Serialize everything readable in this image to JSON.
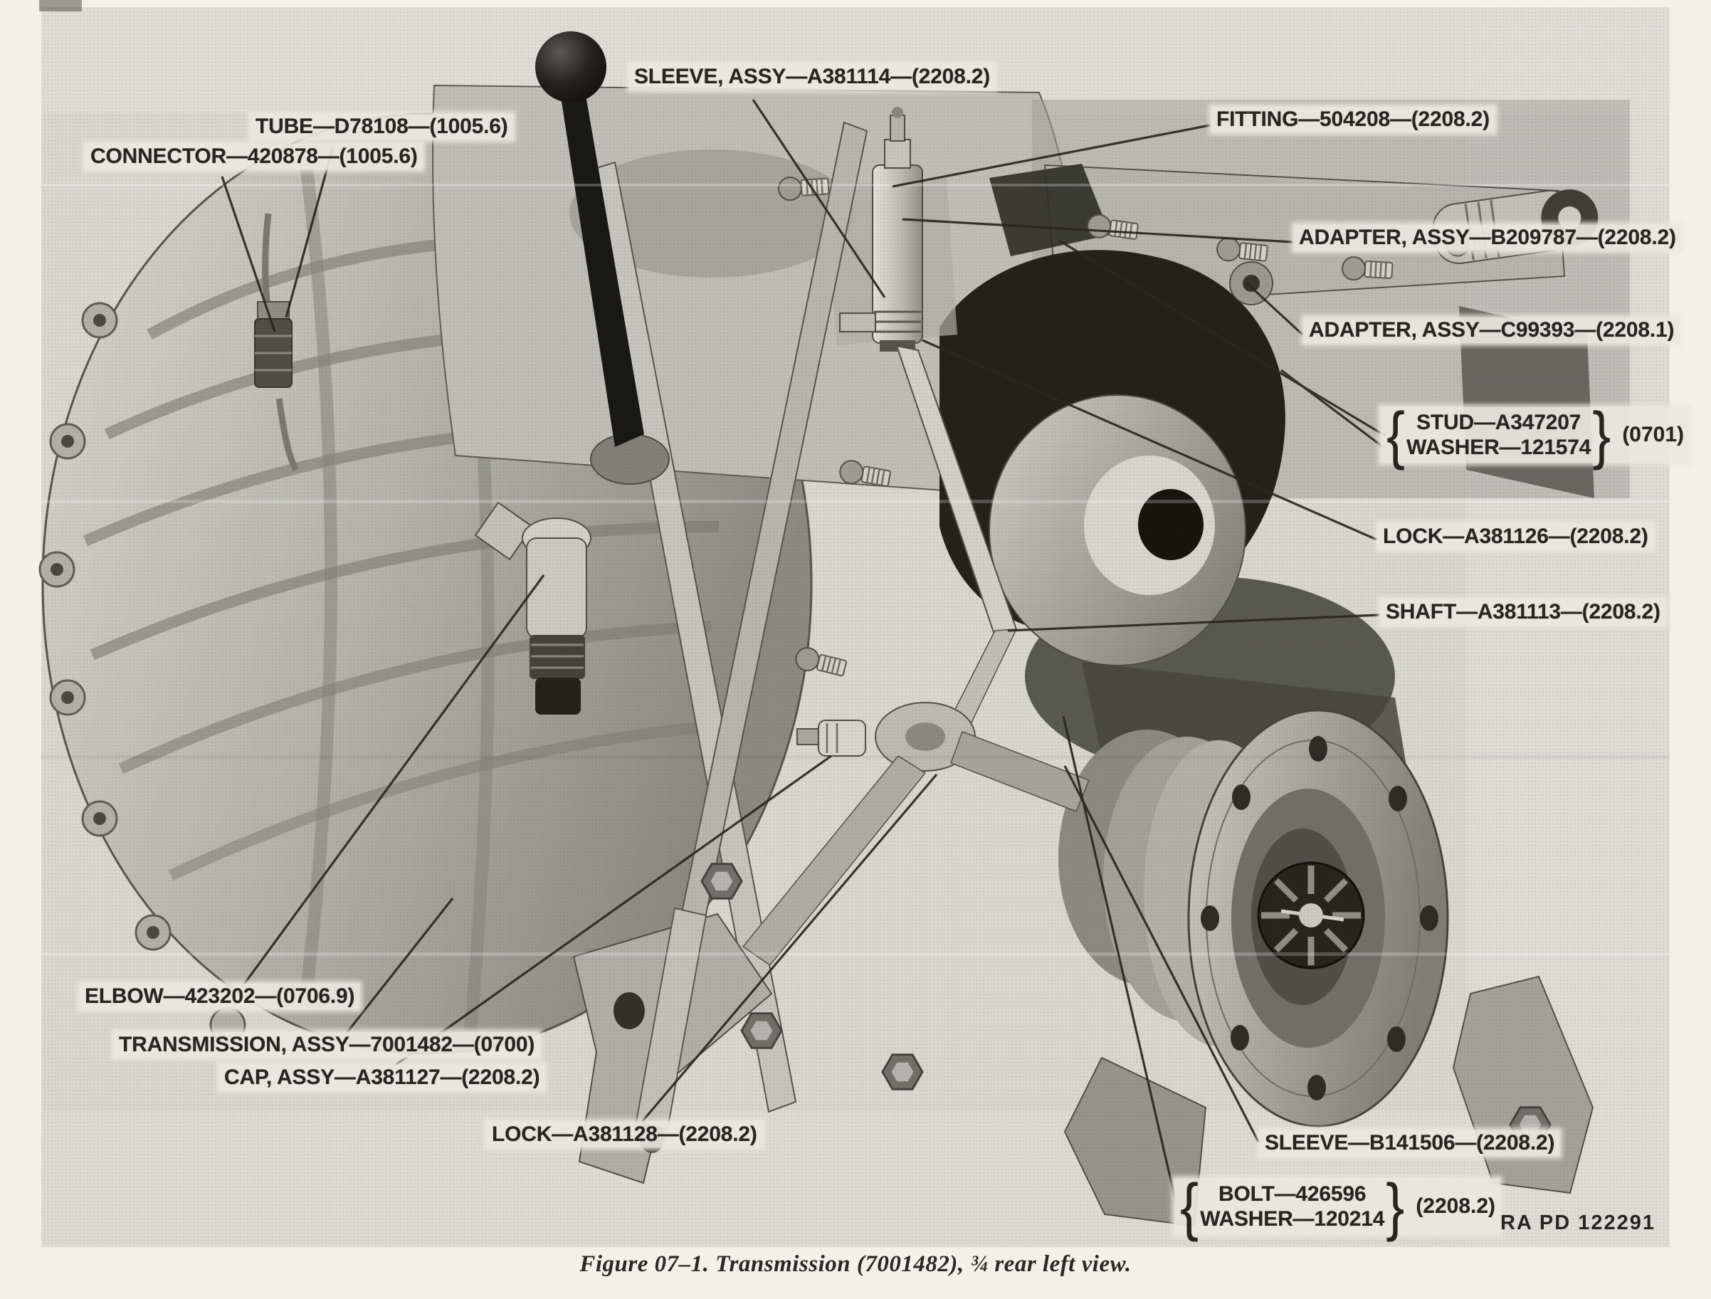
{
  "page": {
    "caption": "Figure 07–1. Transmission (7001482), ¾ rear left view.",
    "plate_id": "RA PD 122291"
  },
  "glyphs": {
    "brace_left": "{",
    "brace_right": "}"
  },
  "callouts": {
    "tube": "TUBE—D78108—(1005.6)",
    "connector": "CONNECTOR—420878—(1005.6)",
    "sleeve_assy": "SLEEVE, ASSY—A381114—(2208.2)",
    "fitting": "FITTING—504208—(2208.2)",
    "adapter_assy_b": "ADAPTER, ASSY—B209787—(2208.2)",
    "adapter_assy_c": "ADAPTER, ASSY—C99393—(2208.1)",
    "stud_washer_group": {
      "line1": "STUD—A347207",
      "line2": "WASHER—121574",
      "ref": "(0701)"
    },
    "lock_upper": "LOCK—A381126—(2208.2)",
    "shaft": "SHAFT—A381113—(2208.2)",
    "elbow": "ELBOW—423202—(0706.9)",
    "transmission_assy": "TRANSMISSION, ASSY—7001482—(0700)",
    "cap_assy": "CAP, ASSY—A381127—(2208.2)",
    "lock_lower": "LOCK—A381128—(2208.2)",
    "sleeve_b": "SLEEVE—B141506—(2208.2)",
    "bolt_washer_group": {
      "line1": "BOLT—426596",
      "line2": "WASHER—120214",
      "ref": "(2208.2)"
    }
  }
}
